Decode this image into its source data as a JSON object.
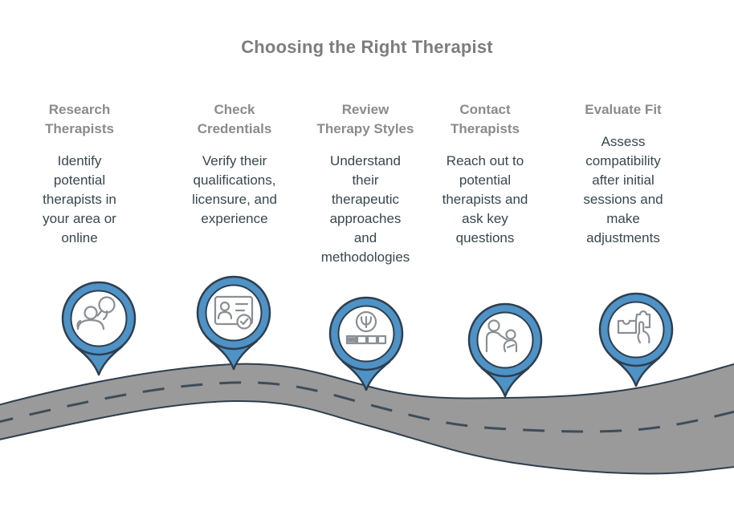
{
  "title": "Choosing the Right Therapist",
  "colors": {
    "accent_blue": "#4f92c6",
    "outline_dark": "#2e3f4e",
    "road_gray": "#9a9a9a",
    "road_line": "#3e4d5a",
    "header_gray": "#8b8b8b",
    "title_gray": "#7d7d7d",
    "body_text": "#37474f",
    "icon_gray": "#8a8f94"
  },
  "steps": [
    {
      "heading": "Research\nTherapists",
      "description": "Identify\npotential\ntherapists in\nyour area or\nonline",
      "icon": "people-search-icon"
    },
    {
      "heading": "Check\nCredentials",
      "description": "Verify their\nqualifications,\nlicensure, and\nexperience",
      "icon": "id-card-check-icon"
    },
    {
      "heading": "Review\nTherapy Styles",
      "description": "Understand\ntheir\ntherapeutic\napproaches\nand\nmethodologies",
      "icon": "psi-progress-icon"
    },
    {
      "heading": "Contact\nTherapists",
      "description": "Reach out to\npotential\ntherapists and\nask key\nquestions",
      "icon": "therapy-session-icon"
    },
    {
      "heading": "Evaluate Fit",
      "description": "Assess\ncompatibility\nafter initial\nsessions and\nmake\nadjustments",
      "icon": "puzzle-fit-icon"
    }
  ]
}
